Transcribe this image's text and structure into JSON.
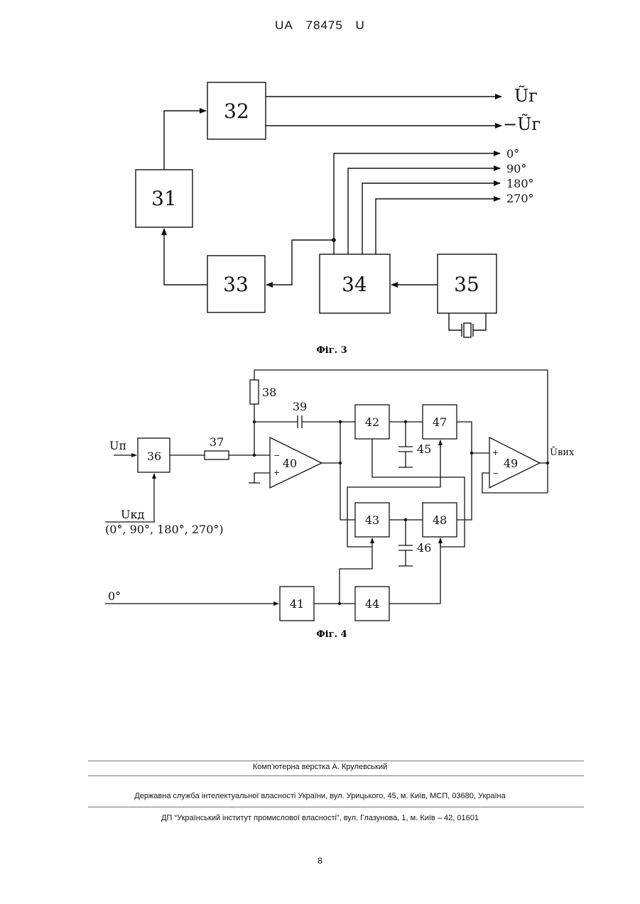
{
  "header": {
    "code": "UA",
    "number": "78475",
    "kind": "U"
  },
  "fig3": {
    "caption": "Фіг. 3",
    "blocks": [
      "31",
      "32",
      "33",
      "34",
      "35"
    ],
    "outputs": {
      "ug": "Ũг",
      "neg_ug": "−Ũг"
    },
    "phases": [
      "0°",
      "90°",
      "180°",
      "270°"
    ]
  },
  "fig4": {
    "caption": "Фіг. 4",
    "blocks": [
      "36",
      "40",
      "41",
      "42",
      "43",
      "44",
      "47",
      "48",
      "49"
    ],
    "resistors": [
      "37",
      "38"
    ],
    "capacitors": [
      "39",
      "45",
      "46"
    ],
    "labels": {
      "input": "Uп",
      "ukd": "Uкд",
      "ukd_phases": "(0°, 90°, 180°, 270°)",
      "zero": "0°",
      "output": "Ūвих",
      "minus": "−",
      "plus": "+"
    }
  },
  "footer": {
    "layout": "Комп’ютерна верстка А. Крулевський",
    "agency": "Державна служба інтелектуальної власності України, вул. Урицького, 45, м. Київ, МСП, 03680, Україна",
    "institute": "ДП “Український інститут промислової власності”, вул. Глазунова, 1, м. Київ – 42, 01601"
  },
  "page_number": "8"
}
